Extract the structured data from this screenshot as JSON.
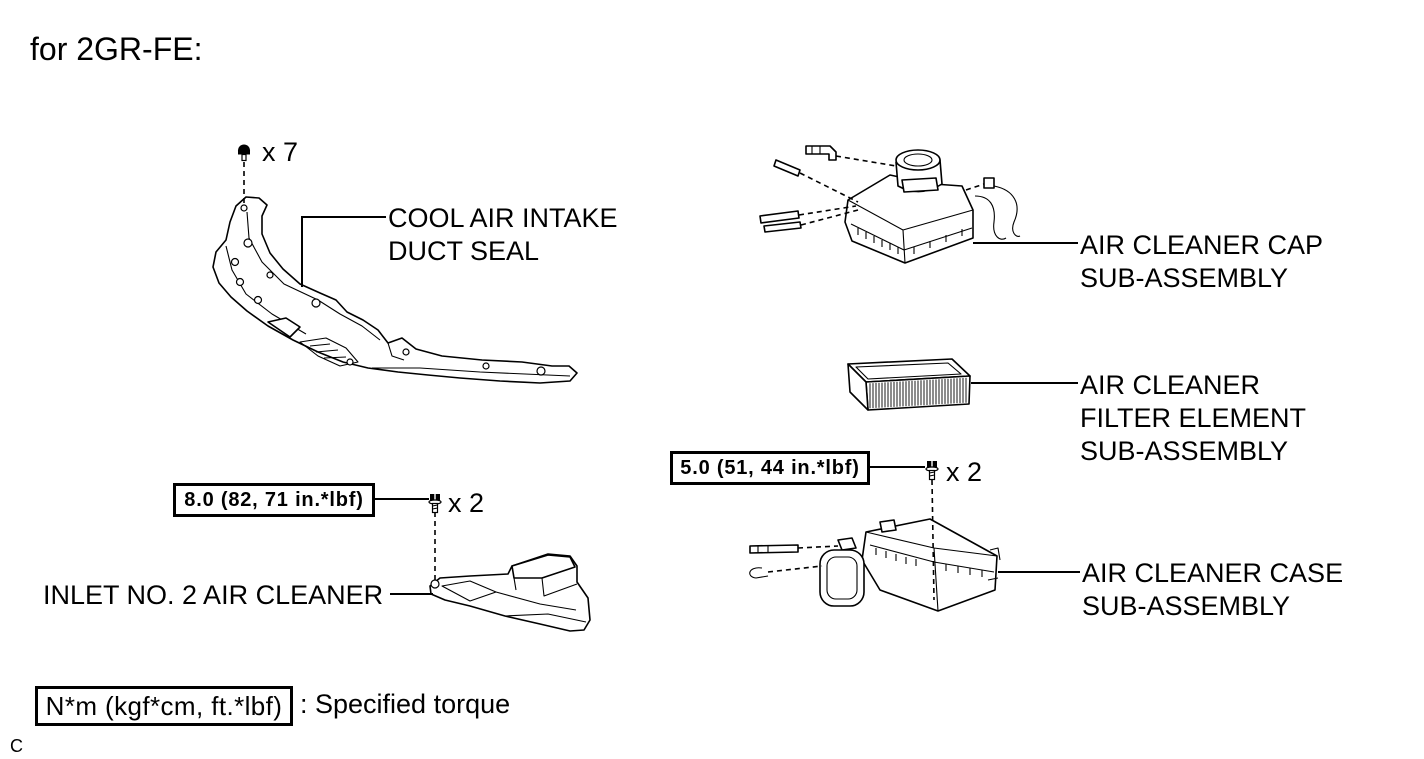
{
  "title": "for 2GR-FE:",
  "parts": {
    "duct_seal": {
      "label": [
        "COOL AIR INTAKE",
        "DUCT SEAL"
      ],
      "quantity": "x 7"
    },
    "cap": {
      "label": [
        "AIR CLEANER CAP",
        "SUB-ASSEMBLY"
      ]
    },
    "filter": {
      "label": [
        "AIR CLEANER",
        "FILTER ELEMENT",
        "SUB-ASSEMBLY"
      ]
    },
    "inlet": {
      "label": "INLET NO. 2 AIR CLEANER",
      "torque": "8.0 (82, 71 in.*lbf)",
      "quantity": "x 2"
    },
    "case": {
      "label": [
        "AIR CLEANER CASE",
        "SUB-ASSEMBLY"
      ],
      "torque": "5.0 (51, 44 in.*lbf)",
      "quantity": "x 2"
    }
  },
  "legend": {
    "unit": "N*m (kgf*cm, ft.*lbf)",
    "description": ": Specified torque"
  },
  "figure_code": "C",
  "icons": {
    "clip": "clip-icon",
    "bolt": "bolt-icon"
  },
  "colors": {
    "ink": "#000000",
    "background": "#ffffff"
  }
}
